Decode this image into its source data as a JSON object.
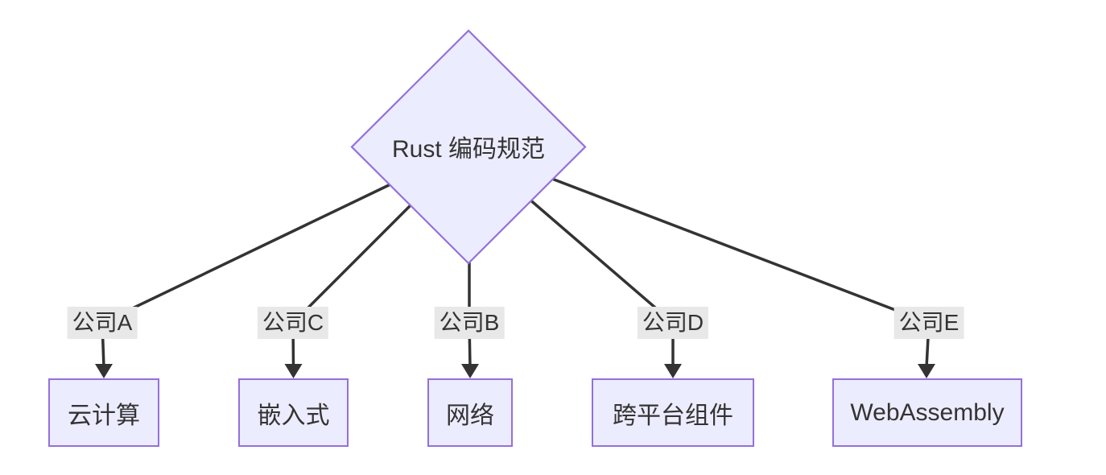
{
  "diagram": {
    "type": "flowchart-top-down",
    "root": {
      "label": "Rust 编码规范",
      "shape": "diamond"
    },
    "edges": [
      {
        "label": "公司A",
        "target": "云计算"
      },
      {
        "label": "公司C",
        "target": "嵌入式"
      },
      {
        "label": "公司B",
        "target": "网络"
      },
      {
        "label": "公司D",
        "target": "跨平台组件"
      },
      {
        "label": "公司E",
        "target": "WebAssembly"
      }
    ],
    "colors": {
      "node_fill": "#ECECFF",
      "node_border": "#9370DB",
      "edge_line": "#333333",
      "edge_label_bg": "#e8e8e8",
      "text": "#333333",
      "background": "#ffffff"
    }
  }
}
